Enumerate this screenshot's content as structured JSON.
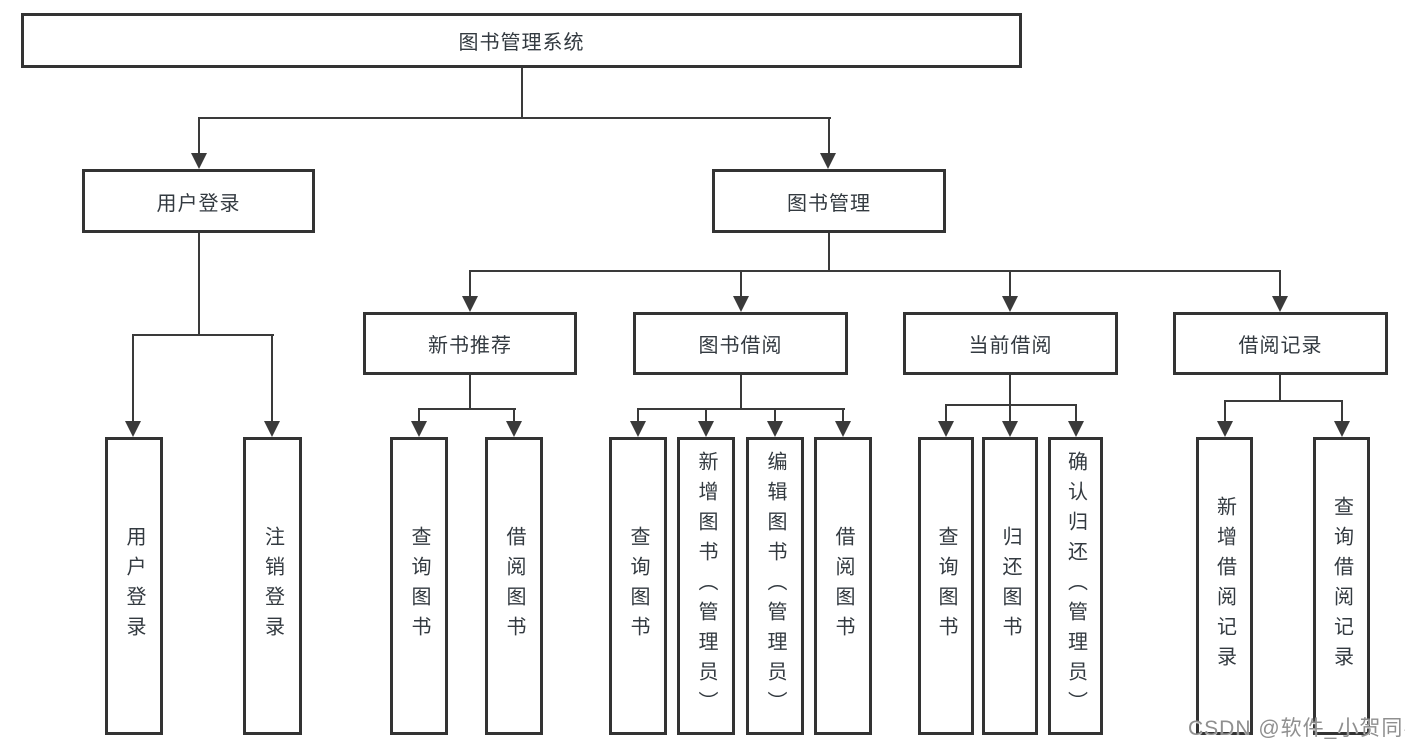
{
  "nodes": {
    "root": {
      "label": "图书管理系统"
    },
    "user_login": {
      "label": "用户登录"
    },
    "book_mgmt": {
      "label": "图书管理"
    },
    "new_book_rec": {
      "label": "新书推荐"
    },
    "book_borrow": {
      "label": "图书借阅"
    },
    "current_borrow": {
      "label": "当前借阅"
    },
    "borrow_record": {
      "label": "借阅记录"
    },
    "leaf_user_login": {
      "label": "用户登录"
    },
    "leaf_logout": {
      "label": "注销登录"
    },
    "leaf_query_book_1": {
      "label": "查询图书"
    },
    "leaf_borrow_book_1": {
      "label": "借阅图书"
    },
    "leaf_query_book_2": {
      "label": "查询图书"
    },
    "leaf_add_book": {
      "label": "新增图书（管理员）"
    },
    "leaf_edit_book": {
      "label": "编辑图书（管理员）"
    },
    "leaf_borrow_book_2": {
      "label": "借阅图书"
    },
    "leaf_query_book_3": {
      "label": "查询图书"
    },
    "leaf_return_book": {
      "label": "归还图书"
    },
    "leaf_confirm_return": {
      "label": "确认归还（管理员）"
    },
    "leaf_add_record": {
      "label": "新增借阅记录"
    },
    "leaf_query_record": {
      "label": "查询借阅记录"
    }
  },
  "watermark": {
    "text": "CSDN @软件_小贺同学"
  },
  "colors": {
    "line": "#3a3a3a",
    "box_border": "#333333",
    "text": "#333a40",
    "watermark": "#8f8f8f",
    "background": "#ffffff"
  }
}
